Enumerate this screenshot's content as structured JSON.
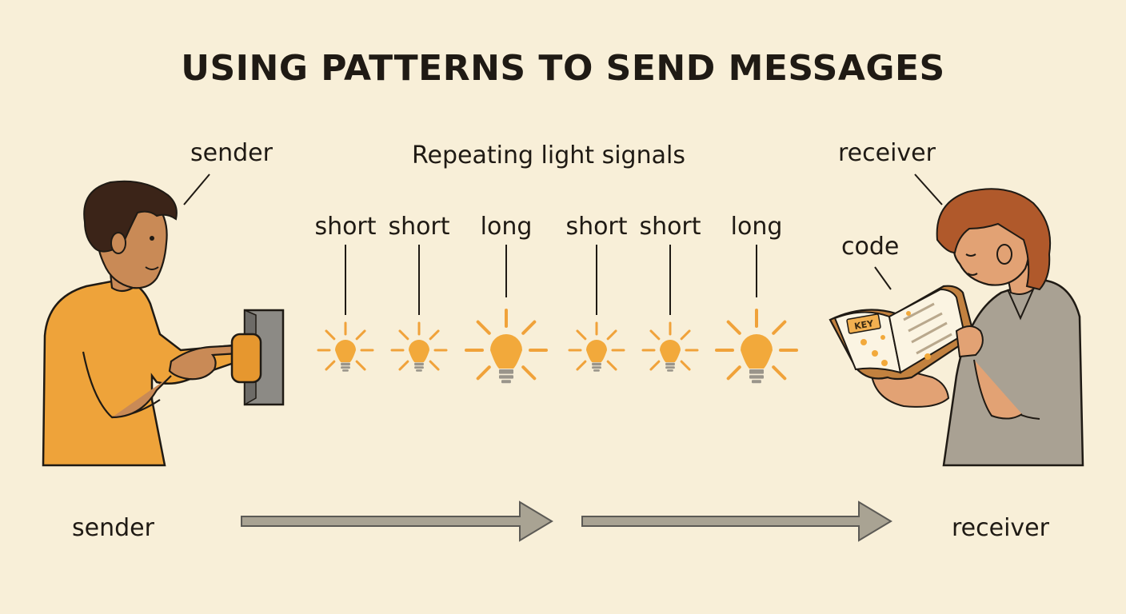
{
  "title": "USING PATTERNS TO SEND MESSAGES",
  "subtitle": "Repeating light signals",
  "labels": {
    "sender_top": "sender",
    "receiver_top": "receiver",
    "code": "code",
    "key": "KEY",
    "sender_bottom": "sender",
    "receiver_bottom": "receiver"
  },
  "signals": [
    {
      "label": "short",
      "kind": "short"
    },
    {
      "label": "short",
      "kind": "short"
    },
    {
      "label": "long",
      "kind": "long"
    },
    {
      "label": "short",
      "kind": "short"
    },
    {
      "label": "short",
      "kind": "short"
    },
    {
      "label": "long",
      "kind": "long"
    }
  ],
  "colors": {
    "background": "#f8efd8",
    "bulb": "#f2a93b",
    "ray": "#f0a23a",
    "shirt_sender": "#eea33a",
    "shirt_receiver": "#a9a193",
    "arrow": "#a9a393",
    "ink": "#1f1a14"
  }
}
